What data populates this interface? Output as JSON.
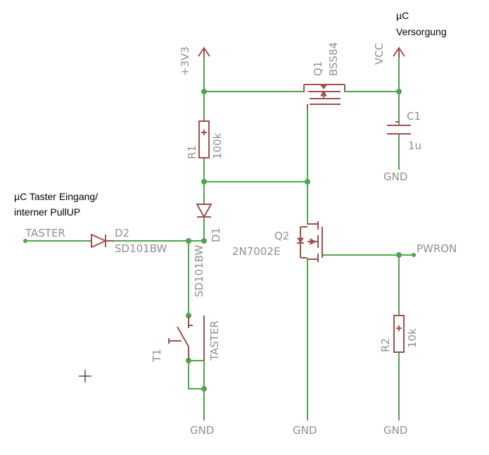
{
  "annotations": {
    "mcu_supply_line1": "µC",
    "mcu_supply_line2": "Versorgung",
    "button_input_line1": "µC Taster Eingang/",
    "button_input_line2": "interner PullUP"
  },
  "power": {
    "rail_3v3": "+3V3",
    "rail_vcc": "VCC",
    "gnd": "GND"
  },
  "nets": {
    "taster": "TASTER",
    "pwron": "PWRON"
  },
  "components": {
    "q1": {
      "ref": "Q1",
      "value": "BSS84"
    },
    "q2": {
      "ref": "Q2",
      "value": "2N7002E"
    },
    "c1": {
      "ref": "C1",
      "value": "1u"
    },
    "r1": {
      "ref": "R1",
      "value": "100k"
    },
    "r2": {
      "ref": "R2",
      "value": "10k"
    },
    "d1": {
      "ref": "D1",
      "value": "SD101BW"
    },
    "d2": {
      "ref": "D2",
      "value": "SD101BW"
    },
    "t1": {
      "ref": "T1",
      "value": "TASTER"
    }
  },
  "colors": {
    "wire": "#4ea64e",
    "symbol": "#a0504e",
    "label": "#909090"
  }
}
